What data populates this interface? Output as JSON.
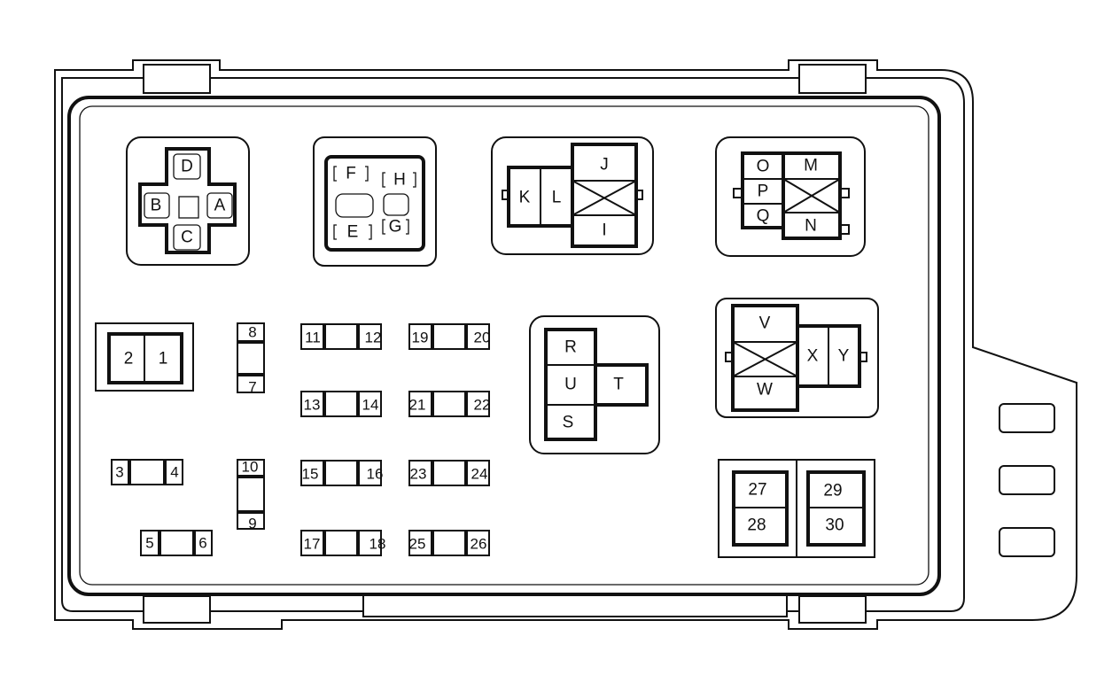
{
  "relay_box_1": {
    "terminals": [
      "A",
      "B",
      "C",
      "D"
    ]
  },
  "relay_box_2": {
    "terminals": [
      "E",
      "F",
      "G",
      "H"
    ]
  },
  "relay_box_3": {
    "terminals": [
      "I",
      "J",
      "K",
      "L"
    ]
  },
  "relay_box_4": {
    "terminals": [
      "M",
      "N",
      "O",
      "P",
      "Q"
    ]
  },
  "relay_box_5": {
    "terminals": [
      "R",
      "S",
      "T",
      "U"
    ]
  },
  "relay_box_6": {
    "terminals": [
      "V",
      "W",
      "X",
      "Y"
    ]
  },
  "fuses": [
    {
      "left": "2",
      "right": "1"
    },
    {
      "left": "3",
      "right": "4"
    },
    {
      "left": "5",
      "right": "6"
    },
    {
      "top": "8",
      "bottom": "7"
    },
    {
      "top": "10",
      "bottom": "9"
    },
    {
      "left": "11",
      "right": "12"
    },
    {
      "left": "13",
      "right": "14"
    },
    {
      "left": "15",
      "right": "16"
    },
    {
      "left": "17",
      "right": "18"
    },
    {
      "left": "19",
      "right": "20"
    },
    {
      "left": "21",
      "right": "22"
    },
    {
      "left": "23",
      "right": "24"
    },
    {
      "left": "25",
      "right": "26"
    }
  ],
  "maxi_fuse_block": {
    "terminals": [
      "27",
      "28",
      "29",
      "30"
    ]
  }
}
